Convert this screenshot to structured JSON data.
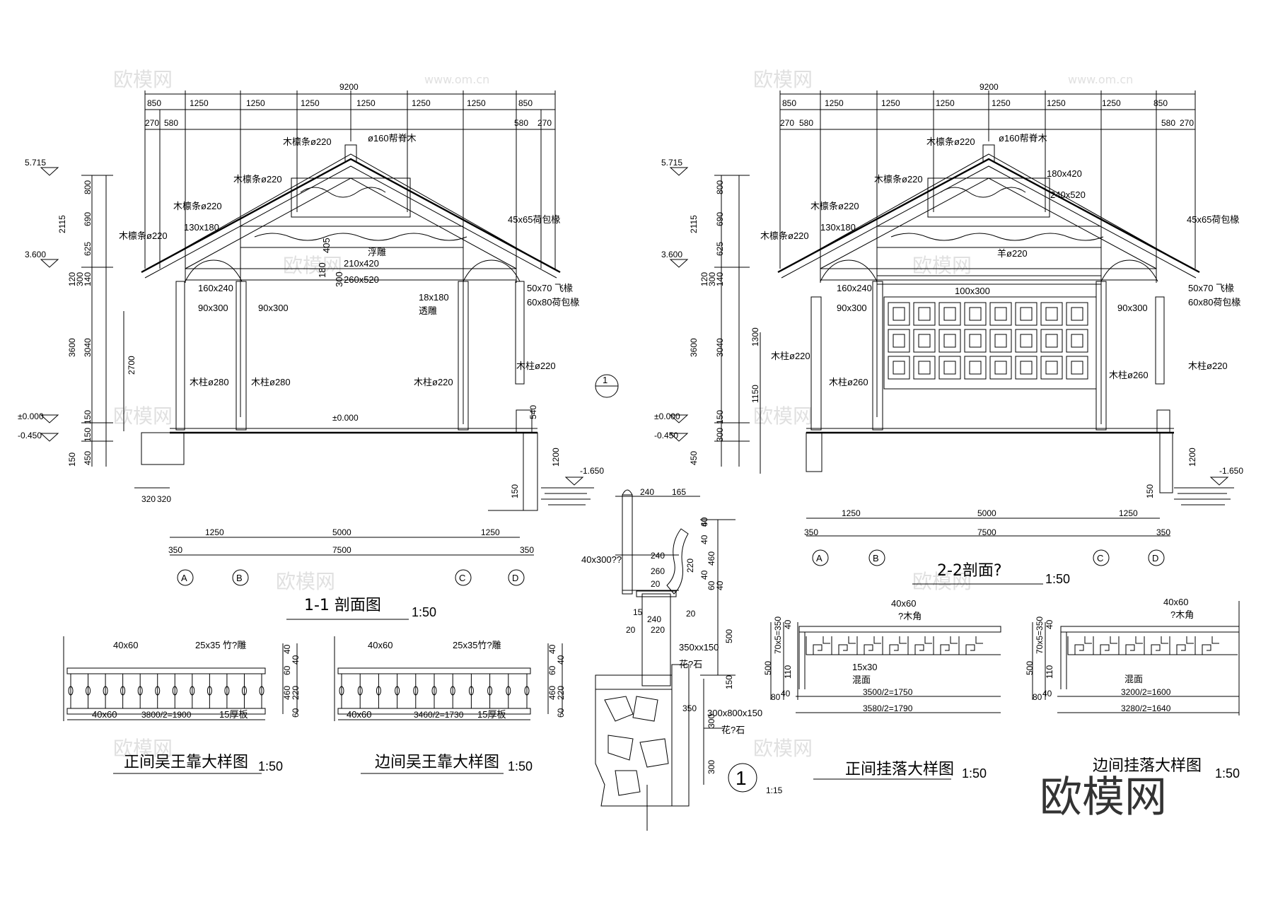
{
  "watermark": {
    "small": "欧模网",
    "url": "www.om.cn",
    "corner": "欧模网"
  },
  "section1": {
    "title": "1-1 剖面图",
    "scale": "1:50",
    "top_total": "9200",
    "top_dims": [
      "850",
      "1250",
      "1250",
      "1250",
      "1250",
      "1250",
      "1250",
      "850"
    ],
    "sub_left": [
      "270",
      "580"
    ],
    "sub_right": [
      "580",
      "270"
    ],
    "levels": [
      "5.715",
      "3.600",
      "±0.000",
      "-0.450",
      "-1.650",
      "±0.000"
    ],
    "left_dims": [
      "2115",
      "800",
      "690",
      "625",
      "120",
      "300",
      "140",
      "3600",
      "3040",
      "2700",
      "150",
      "150",
      "450",
      "150",
      "320",
      "320"
    ],
    "right_dims": [
      "540",
      "1200",
      "150"
    ],
    "labels": [
      "木檩条ø220",
      "ø160帮脊木",
      "木檩条ø220",
      "木檩条ø220",
      "130x180",
      "木檩条ø220",
      "45x65荷包椽",
      "210x420",
      "浮雕",
      "260x520",
      "160x240",
      "90x300",
      "90x300",
      "405",
      "180",
      "300",
      "18x180",
      "透雕",
      "50x70 飞椽",
      "60x80荷包椽",
      "木柱ø220",
      "木柱ø280",
      "木柱ø280",
      "木柱ø220"
    ],
    "bottom_dims": [
      "1250",
      "5000",
      "1250",
      "350",
      "7500",
      "350"
    ],
    "axes": [
      "A",
      "B",
      "C",
      "D"
    ],
    "detail_ref": "1"
  },
  "section2": {
    "title": "2-2剖面?",
    "scale": "1:50",
    "top_total": "9200",
    "top_dims": [
      "850",
      "1250",
      "1250",
      "1250",
      "1250",
      "1250",
      "1250",
      "850"
    ],
    "sub_left": [
      "270",
      "580"
    ],
    "sub_right": [
      "580",
      "270"
    ],
    "levels": [
      "5.715",
      "3.600",
      "±0.000",
      "-0.450",
      "-1.650"
    ],
    "left_dims": [
      "2115",
      "800",
      "690",
      "625",
      "120",
      "300",
      "140",
      "3600",
      "3040",
      "1300",
      "1150",
      "150",
      "300",
      "450"
    ],
    "right_dims": [
      "1200",
      "150"
    ],
    "labels": [
      "木檩条ø220",
      "ø160帮脊木",
      "木檩条ø220",
      "180x420",
      "240x520",
      "木檩条ø220",
      "130x180",
      "木檩条ø220",
      "45x65荷包椽",
      "羊ø220",
      "160x240",
      "100x300",
      "90x300",
      "90x300",
      "50x70 飞椽",
      "60x80荷包椽",
      "木柱ø220",
      "木柱ø260",
      "木柱ø260",
      "木柱ø220"
    ],
    "bottom_dims": [
      "1250",
      "5000",
      "1250",
      "350",
      "7500",
      "350"
    ],
    "axes": [
      "A",
      "B",
      "C",
      "D"
    ]
  },
  "detail1": {
    "ref": "1",
    "scale": "1:15",
    "dims": [
      "240",
      "165",
      "40",
      "40",
      "60",
      "460",
      "220",
      "40",
      "60",
      "40",
      "20",
      "240",
      "260",
      "15",
      "240",
      "20",
      "20",
      "220",
      "500",
      "150",
      "350",
      "300",
      "300"
    ],
    "labels": [
      "40x300??",
      "350xx150",
      "花?石",
      "300x800x150",
      "花?石"
    ]
  },
  "detail_wukao_main": {
    "title": "正间吴王靠大样图",
    "scale": "1:50",
    "labels": [
      "40x60",
      "25x35 竹?雕",
      "40x60",
      "3800/2=1900",
      "15厚板"
    ],
    "dims": [
      "40",
      "40",
      "60",
      "220",
      "460",
      "60"
    ]
  },
  "detail_wukao_side": {
    "title": "边间吴王靠大样图",
    "scale": "1:50",
    "labels": [
      "40x60",
      "25x35竹?雕",
      "40x60",
      "3460/2=1730",
      "15厚板"
    ],
    "dims": [
      "40",
      "40",
      "60",
      "220",
      "460",
      "60"
    ]
  },
  "detail_gualuo_main": {
    "title": "正间挂落大样图",
    "scale": "1:50",
    "labels": [
      "40x60",
      "?木角",
      "15x30",
      "混面",
      "3500/2=1750",
      "3580/2=1790"
    ],
    "dims": [
      "500",
      "70x5=350",
      "40",
      "110",
      "80",
      "40"
    ]
  },
  "detail_gualuo_side": {
    "title": "边间挂落大样图",
    "scale": "1:50",
    "labels": [
      "40x60",
      "?木角",
      "混面",
      "3200/2=1600",
      "3280/2=1640"
    ],
    "dims": [
      "500",
      "70x5=350",
      "40",
      "110",
      "80",
      "40"
    ]
  }
}
